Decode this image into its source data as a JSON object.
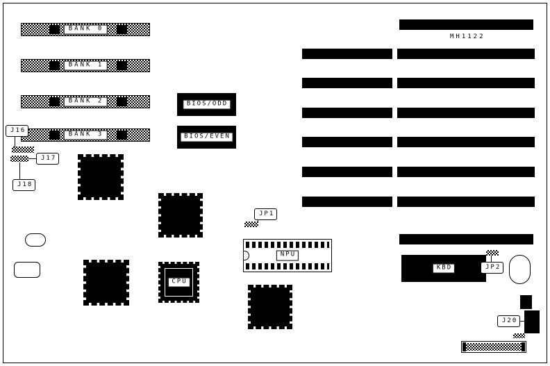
{
  "diagram": {
    "model": "MH1122",
    "memory_banks": [
      {
        "label": "BANK 0"
      },
      {
        "label": "BANK 1"
      },
      {
        "label": "BANK 2"
      },
      {
        "label": "BANK 3"
      }
    ],
    "chips": {
      "bios_odd": {
        "label": "BIOS/ODD"
      },
      "bios_even": {
        "label": "BIOS/EVEN"
      },
      "npu": {
        "label": "NPU"
      },
      "cpu": {
        "label": "CPU"
      },
      "kbd": {
        "label": "KBD"
      }
    },
    "jumpers": {
      "j16": {
        "label": "J16"
      },
      "j17": {
        "label": "J17"
      },
      "j18": {
        "label": "J18"
      },
      "jp1": {
        "label": "JP1"
      },
      "jp2": {
        "label": "JP2"
      },
      "j20": {
        "label": "J20"
      }
    }
  }
}
